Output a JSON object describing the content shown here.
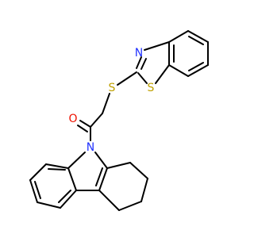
{
  "colors": {
    "bond": "#000000",
    "nitrogen": "#2233ff",
    "sulfur": "#bfa000",
    "oxygen": "#ee1100"
  },
  "atoms": {
    "n_thiazole": "N",
    "s_thiazole": "S",
    "s_thioether": "S",
    "o_carbonyl": "O",
    "n_carbazole": "N"
  }
}
